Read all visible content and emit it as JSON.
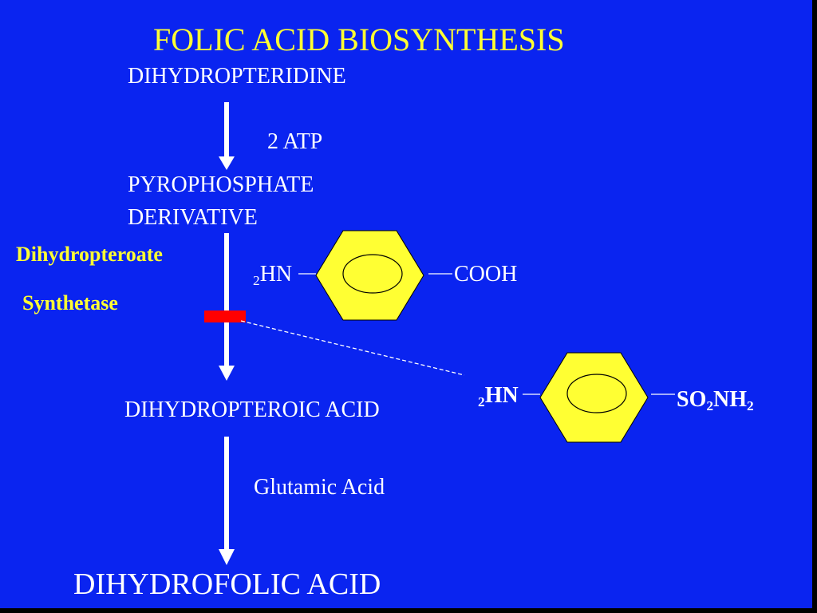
{
  "title": "FOLIC ACID BIOSYNTHESIS",
  "compounds": {
    "start": "DIHYDROPTERIDINE",
    "cofactor_atp": "2  ATP",
    "intermediate_line1": "PYROPHOSPHATE",
    "intermediate_line2": "DERIVATIVE",
    "product1": "DIHYDROPTEROIC ACID",
    "cofactor_glutamic": "Glutamic Acid",
    "final": "DIHYDROFOLIC ACID"
  },
  "enzyme": {
    "line1": "Dihydropteroate",
    "line2": "Synthetase"
  },
  "paba": {
    "amine_subscript": "2",
    "amine": "HN",
    "acid_group": "COOH"
  },
  "sulfonamide": {
    "amine_subscript": "2",
    "amine": "HN",
    "group_so": "SO",
    "group_so_sub": "2",
    "group_nh": "NH",
    "group_nh_sub": "2"
  },
  "colors": {
    "background": "#0a24f0",
    "title": "#ffff33",
    "ring_fill": "#ffff33",
    "inhibition_bar": "#ff0000",
    "text": "#ffffff"
  }
}
